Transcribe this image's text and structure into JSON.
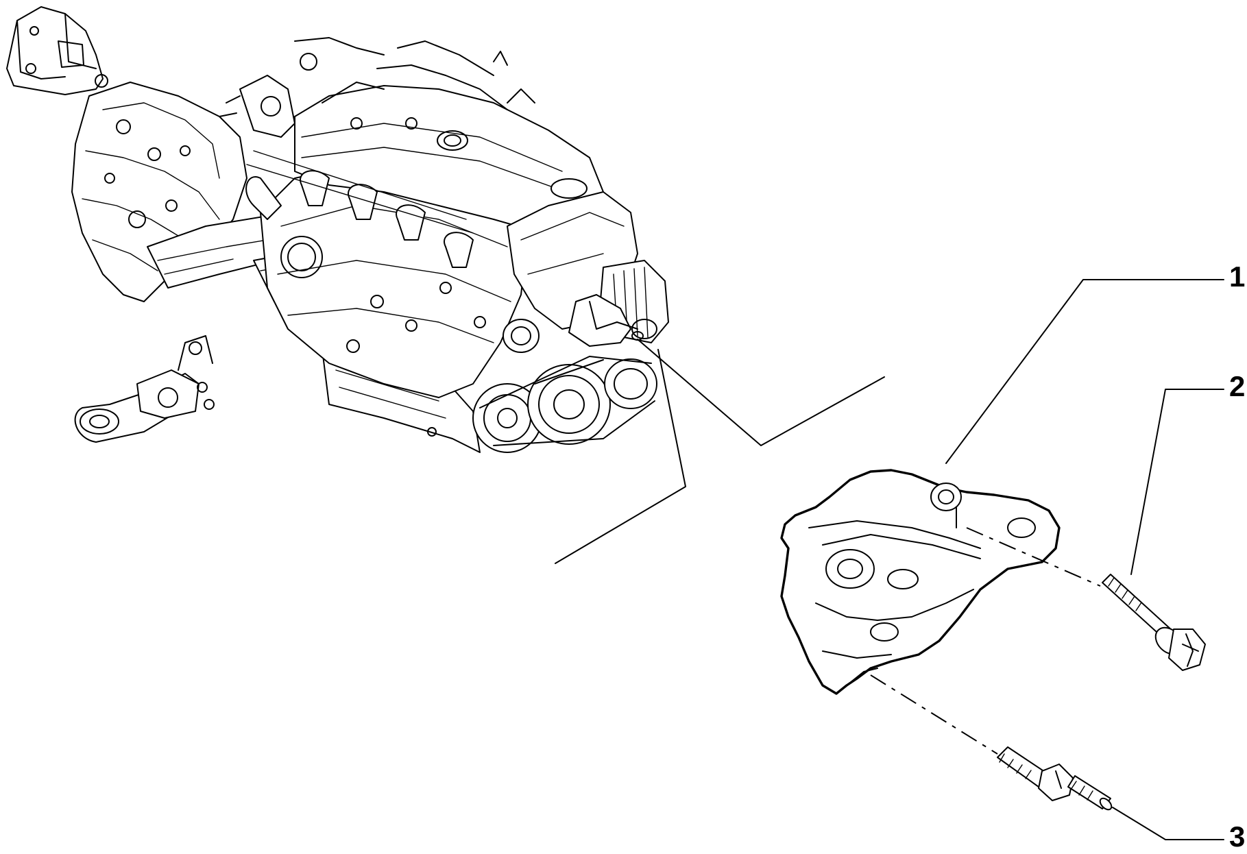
{
  "callouts": [
    {
      "id": "1",
      "label": "1"
    },
    {
      "id": "2",
      "label": "2"
    },
    {
      "id": "3",
      "label": "3"
    }
  ],
  "parts": {
    "engine": "engine-gearbox-assembly",
    "bracket": "engine-mount-bracket",
    "bolt": "hex-flange-bolt",
    "stud": "threaded-stud"
  },
  "colors": {
    "line": "#000000",
    "background": "#ffffff"
  }
}
